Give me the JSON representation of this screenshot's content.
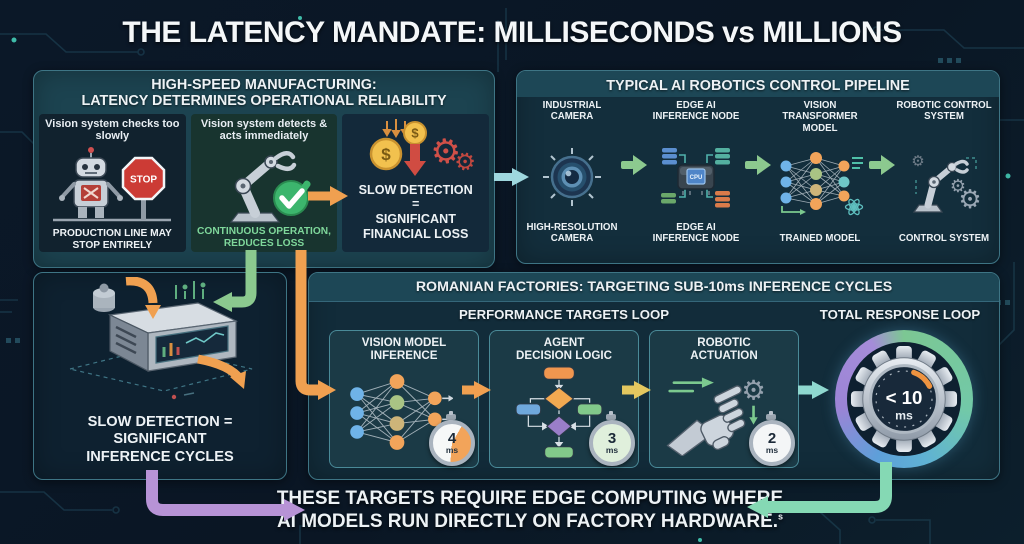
{
  "title": "THE LATENCY MANDATE: MILLISECONDS vs MILLIONS",
  "manufacturing_panel": {
    "header_line1": "HIGH-SPEED MANUFACTURING:",
    "header_line2": "LATENCY DETERMINES OPERATIONAL RELIABILITY",
    "slow_case": {
      "caption": "Vision system checks too slowly",
      "stop_sign_label": "STOP",
      "result": "PRODUCTION LINE MAY STOP ENTIRELY"
    },
    "fast_case": {
      "caption": "Vision system detects & acts immediately",
      "result": "CONTINUOUS OPERATION, REDUCES LOSS"
    },
    "loss_case": {
      "line1": "SLOW DETECTION",
      "line2": "=",
      "line3": "SIGNIFICANT",
      "line4": "FINANCIAL LOSS"
    }
  },
  "pipeline_panel": {
    "header": "TYPICAL AI ROBOTICS CONTROL PIPELINE",
    "stages": [
      {
        "top_label": "INDUSTRIAL CAMERA",
        "bottom_label": "HIGH-RESOLUTION CAMERA",
        "icon": "camera-icon"
      },
      {
        "top_label": "EDGE AI INFERENCE NODE",
        "bottom_label": "EDGE AI INFERENCE NODE",
        "icon": "edge-node-icon",
        "chip_label": "CPU"
      },
      {
        "top_label": "VISION TRANSFORMER MODEL",
        "bottom_label": "TRAINED MODEL",
        "icon": "neural-network-icon"
      },
      {
        "top_label": "ROBOTIC CONTROL SYSTEM",
        "bottom_label": "CONTROL SYSTEM",
        "icon": "robot-arm-icon"
      }
    ]
  },
  "slow_detection_panel": {
    "line1": "SLOW DETECTION =",
    "line2": "SIGNIFICANT",
    "line3": "INFERENCE CYCLES",
    "icon": "factory-machine-icon"
  },
  "factories_panel": {
    "header": "ROMANIAN FACTORIES: TARGETING SUB-10ms INFERENCE CYCLES",
    "performance_loop_header": "PERFORMANCE TARGETS LOOP",
    "response_loop_header": "TOTAL RESPONSE LOOP",
    "targets": [
      {
        "label_line1": "VISION MODEL",
        "label_line2": "INFERENCE",
        "time_value": "4",
        "time_unit": "ms",
        "icon": "neural-network-icon"
      },
      {
        "label_line1": "AGENT",
        "label_line2": "DECISION LOGIC",
        "time_value": "3",
        "time_unit": "ms",
        "icon": "flowchart-icon"
      },
      {
        "label_line1": "ROBOTIC",
        "label_line2": "ACTUATION",
        "time_value": "2",
        "time_unit": "ms",
        "icon": "robot-hand-icon"
      }
    ],
    "total_response": {
      "value": "< 10",
      "unit": "ms",
      "icon": "gear-gauge-icon"
    }
  },
  "footer": {
    "line1": "THESE TARGETS REQUIRE EDGE COMPUTING WHERE",
    "line2": "AI MODELS RUN DIRECTLY ON FACTORY HARDWARE.",
    "superscript": "s"
  },
  "glyphs": {
    "dollar": "$",
    "gear": "⚙"
  },
  "colors": {
    "background": "#0a1624",
    "panel": "#132e3c",
    "panel_border": "#3e7585",
    "header_band": "#1d4756",
    "arrow_green": "#8bc98f",
    "arrow_orange": "#f0a050",
    "arrow_yellow": "#e3c75f",
    "arrow_teal": "#93d8de",
    "arrow_mint": "#85d9b4",
    "arrow_purple": "#b793d6",
    "stop_red": "#cc3b35",
    "check_green": "#3cb56d",
    "coin_gold": "#f2c14e",
    "ring_purple": "#9b84d6",
    "ring_green": "#7cc793",
    "ring_blue": "#5e9fd9",
    "result_green_text": "#7fd79b"
  }
}
